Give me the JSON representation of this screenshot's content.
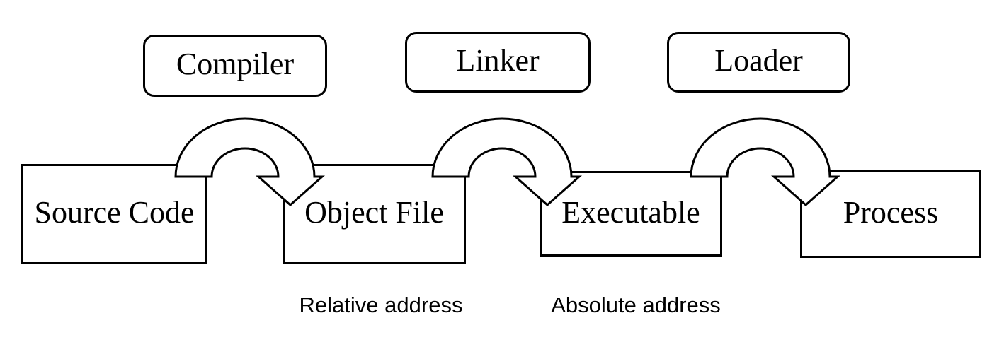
{
  "diagram": {
    "colors": {
      "background": "#ffffff",
      "line": "#000000",
      "text": "#000000"
    },
    "tools": [
      {
        "label": "Compiler"
      },
      {
        "label": "Linker"
      },
      {
        "label": "Loader"
      }
    ],
    "stages": [
      {
        "label": "Source Code"
      },
      {
        "label": "Object File"
      },
      {
        "label": "Executable"
      },
      {
        "label": "Process"
      }
    ],
    "arrows": [
      {
        "from": "Source Code",
        "to": "Object File",
        "via": "Compiler"
      },
      {
        "from": "Object File",
        "to": "Executable",
        "via": "Linker"
      },
      {
        "from": "Executable",
        "to": "Process",
        "via": "Loader"
      }
    ],
    "annotations": [
      {
        "label": "Relative address"
      },
      {
        "label": "Absolute address"
      }
    ]
  }
}
